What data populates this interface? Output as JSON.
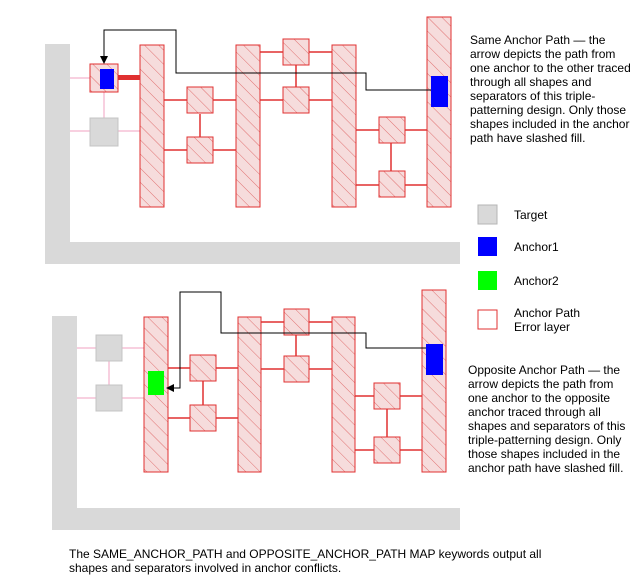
{
  "captions": {
    "same": "Same Anchor Path — the arrow depicts the path from one anchor to the other traced through all shapes and separators of this triple-patterning design. Only those shapes included in the anchor path have slashed fill.",
    "opposite": "Opposite Anchor Path — the arrow depicts the path from one anchor to the opposite anchor traced through all shapes and separators of this triple-patterning design. Only those shapes included in the anchor path have slashed fill.",
    "footer": "The SAME_ANCHOR_PATH and OPPOSITE_ANCHOR_PATH MAP keywords output all shapes and separators involved in anchor conflicts."
  },
  "legend": [
    {
      "id": "target",
      "label": "Target",
      "color": "#d9d9d9",
      "border": "#b5b5b5"
    },
    {
      "id": "anchor1",
      "label": "Anchor1",
      "color": "#0000ff",
      "border": "#0000ff"
    },
    {
      "id": "anchor2",
      "label": "Anchor2",
      "color": "#00ff00",
      "border": "#00ff00"
    },
    {
      "id": "error-layer",
      "label": "Anchor Path Error layer",
      "color": "#ffffff",
      "border": "#e03030"
    }
  ],
  "colors": {
    "background_shape": "#d9d9d9",
    "hatch_fill": "#f6dcdc",
    "hatch_line": "#e07070",
    "outline": "#e03030",
    "separator": "#e03030",
    "light_separator": "#f0a0c0",
    "anchor1": "#0000ff",
    "anchor2": "#00ff00",
    "arrow": "#000000"
  }
}
